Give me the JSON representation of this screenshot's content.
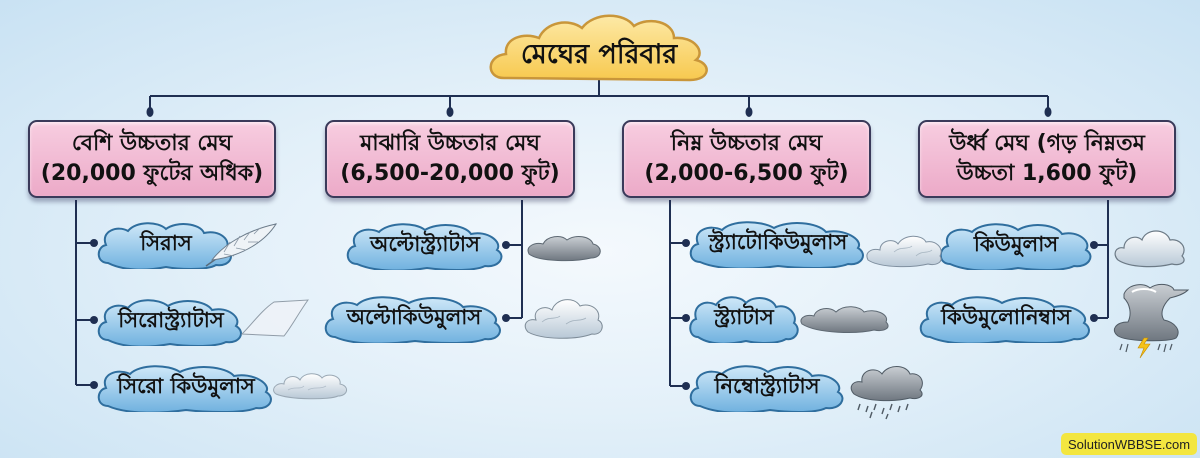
{
  "title": "মেঘের পরিবার",
  "colors": {
    "root_fill": "#fbd76e",
    "root_border": "#c9963a",
    "category_fill": "#f2b8d2",
    "category_border": "#3a3a5a",
    "subtype_fill": "#9ecdec",
    "subtype_border": "#2f6e9e",
    "connector": "#1f2f52",
    "background": "#e3f0f9",
    "watermark_bg": "#f3e640"
  },
  "categories": [
    {
      "line1": "বেশি উচ্চতার মেঘ",
      "line2": "(20,000 ফুটের অধিক)",
      "types": [
        {
          "name": "সিরাস",
          "illustration": "feather-icon"
        },
        {
          "name": "সিরোস্ট্র্যাটাস",
          "illustration": "veil-sheet-icon"
        },
        {
          "name": "সিরো কিউমুলাস",
          "illustration": "cloudlets-icon"
        }
      ]
    },
    {
      "line1": "মাঝারি উচ্চতার মেঘ",
      "line2": "(6,500-20,000 ফুট)",
      "types": [
        {
          "name": "অল্টোস্ট্র্যাটাস",
          "illustration": "flat-cloud-icon"
        },
        {
          "name": "অল্টোকিউমুলাস",
          "illustration": "puffy-cloud-icon"
        }
      ]
    },
    {
      "line1": "নিম্ন উচ্চতার মেঘ",
      "line2": "(2,000-6,500 ফুট)",
      "types": [
        {
          "name": "স্ট্র্যাটোকিউমুলাস",
          "illustration": "layered-cloud-icon"
        },
        {
          "name": "স্ট্র্যাটাস",
          "illustration": "grey-layer-cloud-icon"
        },
        {
          "name": "নিম্বোস্ট্র্যাটাস",
          "illustration": "rain-cloud-icon"
        }
      ]
    },
    {
      "line1": "উর্ধ্ব মেঘ (গড় নিম্নতম",
      "line2": "উচ্চতা 1,600 ফুট)",
      "types": [
        {
          "name": "কিউমুলাস",
          "illustration": "cumulus-cloud-icon"
        },
        {
          "name": "কিউমুলোনিম্বাস",
          "illustration": "thunderstorm-cloud-icon"
        }
      ]
    }
  ],
  "watermark": "SolutionWBBSE.com"
}
